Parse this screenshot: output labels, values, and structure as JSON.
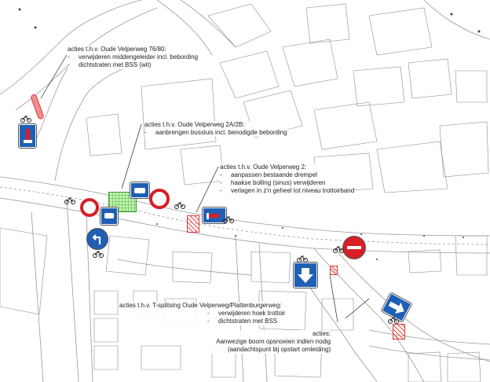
{
  "annotations": {
    "velperweg_76_80": {
      "title": "acties t.h.v. Oude Velperweg 76/80:",
      "items": [
        "verwijderen middengeleider incl. bebording",
        "dichtstraten met BSS (wit)"
      ]
    },
    "velperweg_2a_2b": {
      "title": "acties t.h.v. Oude Velperweg 2A/2B:",
      "items": [
        "aanbrengen bussluis incl. benodigde bebording"
      ]
    },
    "velperweg_2": {
      "title": "acties t.h.v. Oude Velperweg 2:",
      "items": [
        "aanpassen bestaande drempel",
        "haakse bolling (sinus) verwijderen",
        "verlagen in z'n geheel tot niveau trottoirband"
      ]
    },
    "t_splitsing": {
      "title": "acties t.h.v. T-splitsing Oude Velperweg/Plattenburgerweg:",
      "items": [
        "verwijderen hoek trottoir",
        "dichtstraten met BSS"
      ]
    },
    "boom": {
      "title": "acties:",
      "items": [
        "Aanwezige boom opsnoeien indien nodig",
        "(aandachtspunt bij opstart omleiding)"
      ]
    }
  },
  "bullet_marker": "-",
  "colors": {
    "road_line": "#9a9a9a",
    "building_line": "#8c8c8c",
    "sign_blue": "#1f5fb4",
    "sign_red": "#d61f26",
    "hatch_red": "#e84b4b",
    "bussluis_green": "#7bd36b"
  },
  "signs": [
    {
      "kind": "dead-end-sign"
    },
    {
      "kind": "bus-only-sign"
    },
    {
      "kind": "no-entry-circle-sign"
    },
    {
      "kind": "no-entry-circle-sign"
    },
    {
      "kind": "bus-only-sign"
    },
    {
      "kind": "dead-end-sign"
    },
    {
      "kind": "keep-left-sign"
    },
    {
      "kind": "one-way-down-sign"
    },
    {
      "kind": "no-entry-sign"
    },
    {
      "kind": "one-way-arrow-sign"
    }
  ]
}
